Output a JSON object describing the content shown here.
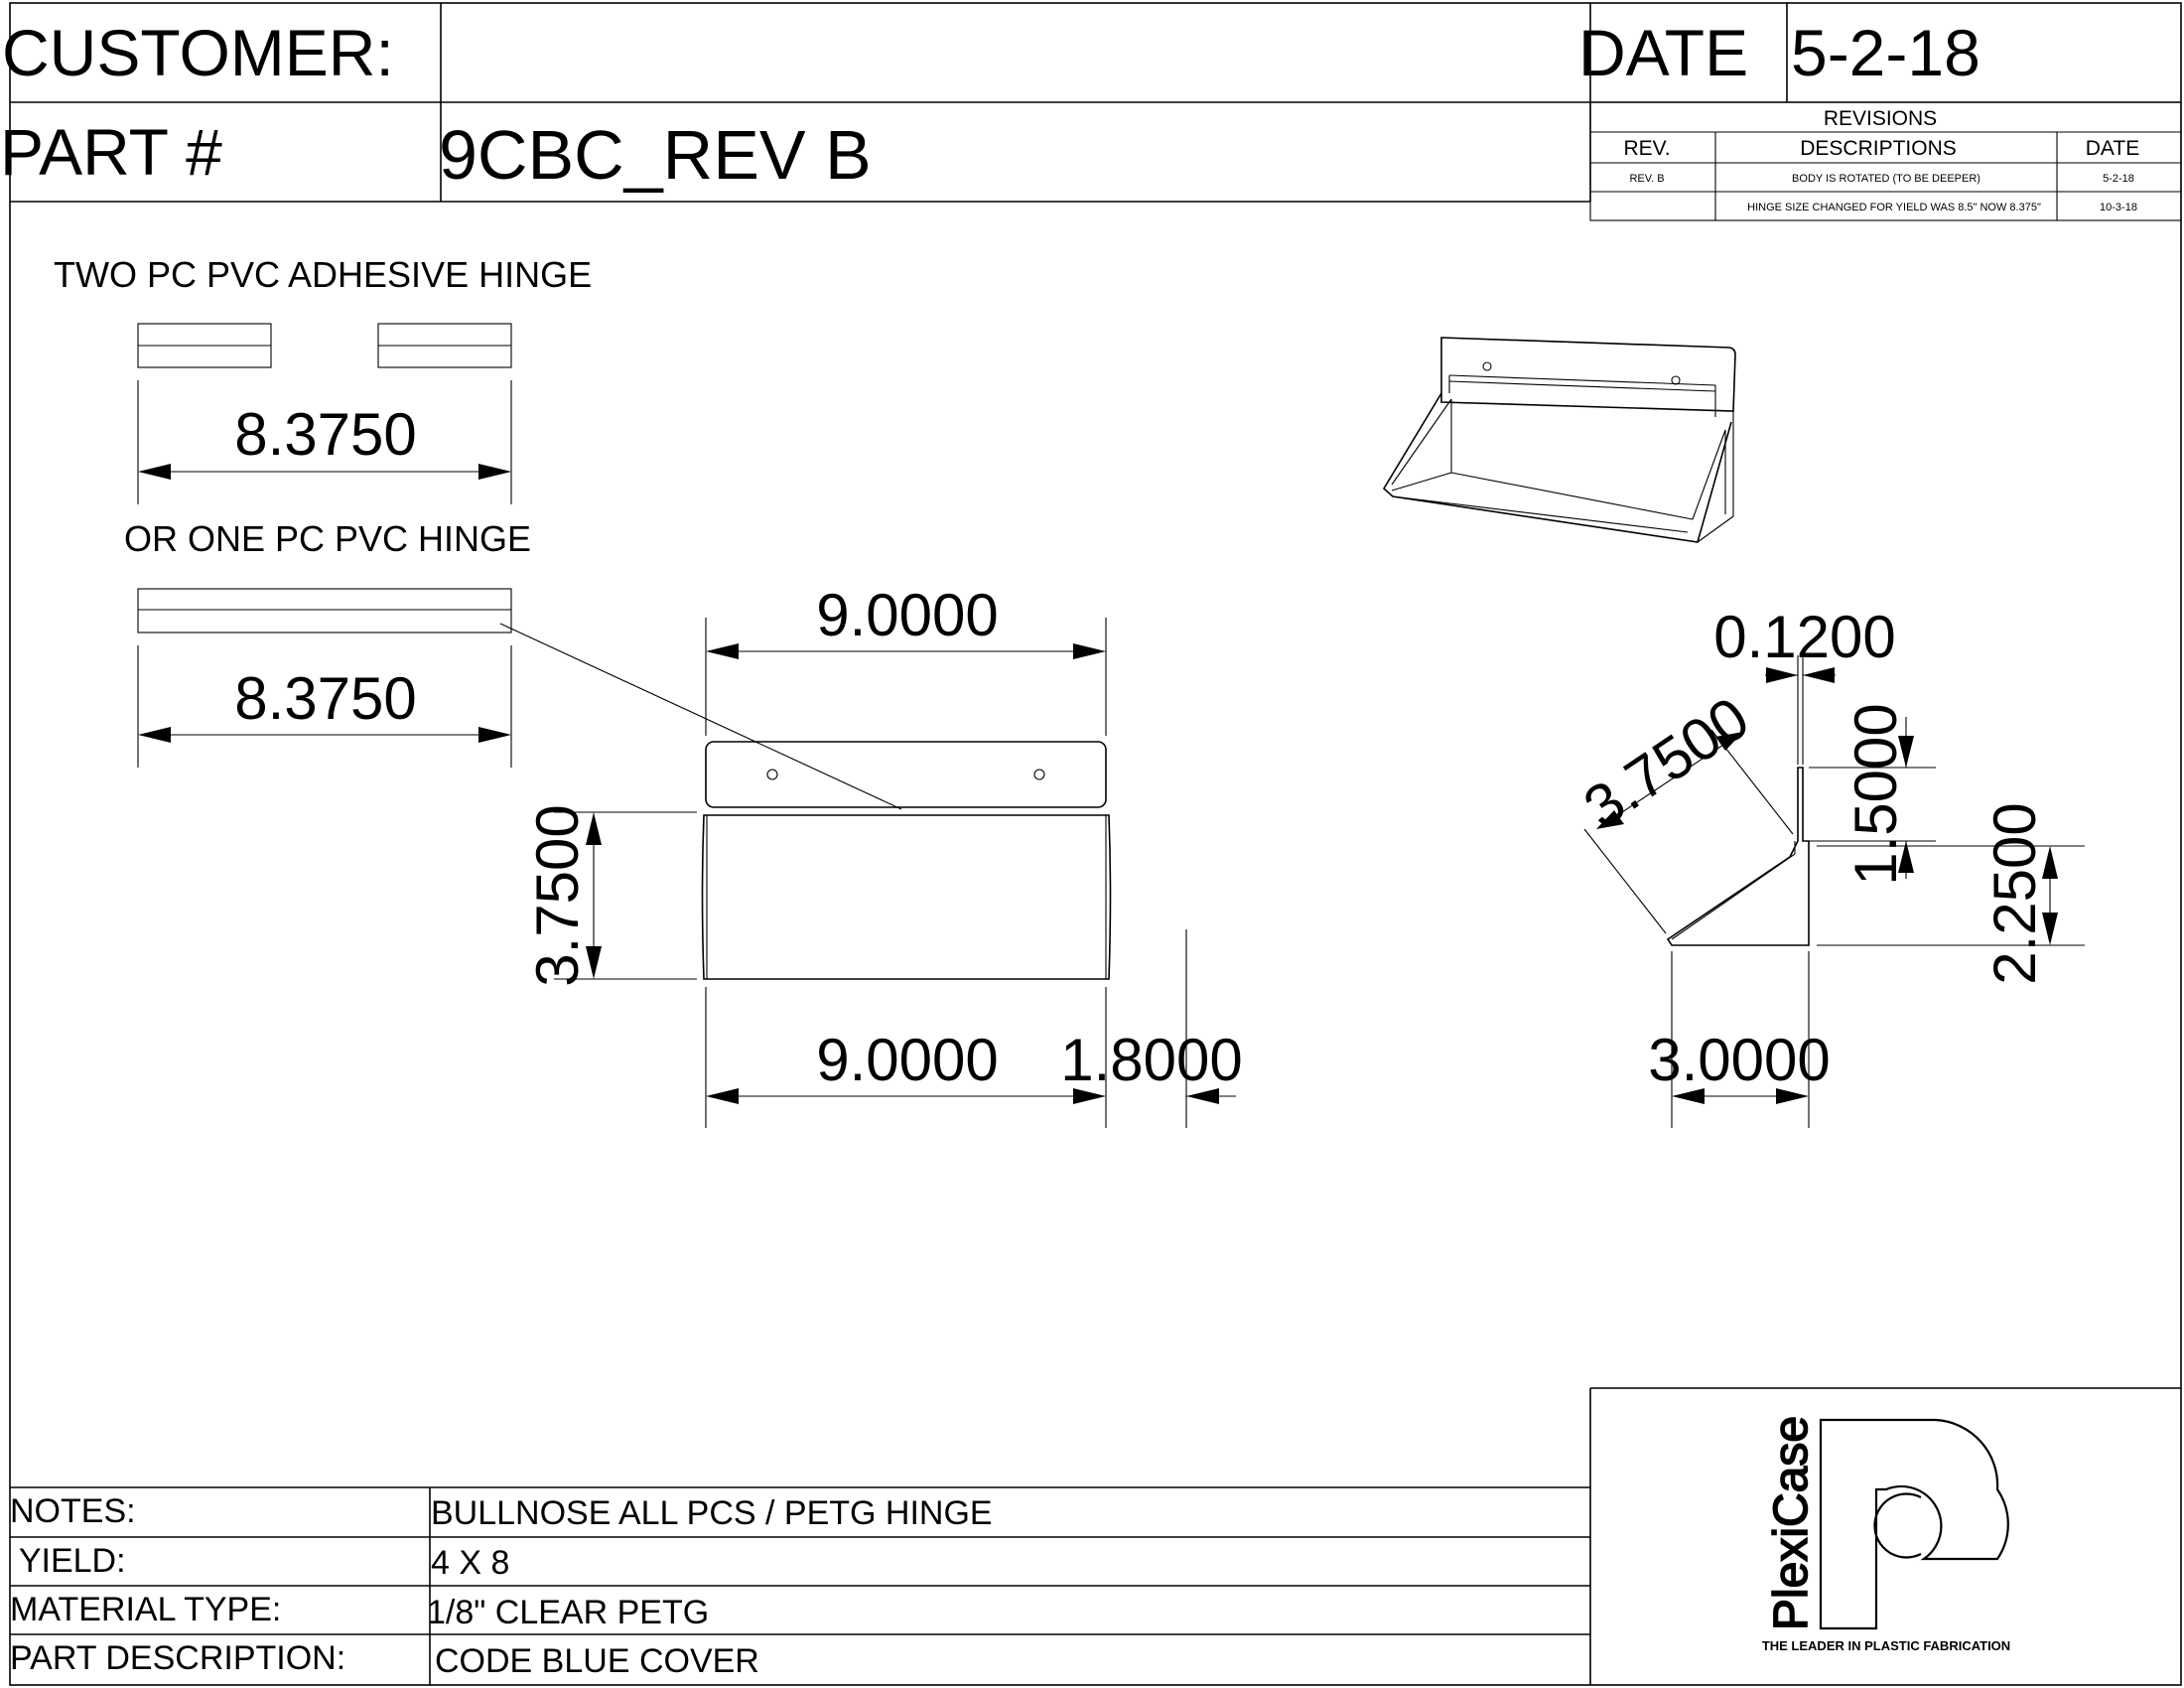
{
  "title_block": {
    "customer_label": "CUSTOMER:",
    "customer_value": "",
    "date_label": "DATE",
    "date_value": "5-2-18",
    "part_label": "PART #",
    "part_value": "9CBC_REV B"
  },
  "revisions": {
    "title": "REVISIONS",
    "headers": [
      "REV.",
      "DESCRIPTIONS",
      "DATE"
    ],
    "rows": [
      {
        "rev": "REV. B",
        "description": "BODY IS ROTATED (TO BE DEEPER)",
        "date": "5-2-18"
      },
      {
        "rev": "",
        "description": "HINGE SIZE CHANGED FOR YIELD WAS 8.5\" NOW 8.375\"",
        "date": "10-3-18"
      }
    ]
  },
  "hinge": {
    "two_pc_label": "TWO PC PVC ADHESIVE HINGE",
    "two_pc_dim": "8.3750",
    "one_pc_label": "OR ONE PC PVC HINGE",
    "one_pc_dim": "8.3750"
  },
  "front_view": {
    "top_width_dim": "9.0000",
    "height_dim": "3.7500",
    "bottom_width_dim": "9.0000",
    "depth_dim": "1.8000"
  },
  "side_view": {
    "thickness_dim": "0.1200",
    "slant_dim": "3.7500",
    "back_upper_dim": "1.5000",
    "back_lower_dim": "2.2500",
    "base_dim": "3.0000"
  },
  "notes_table": {
    "rows": [
      {
        "label": "NOTES:",
        "value": "BULLNOSE ALL PCS / PETG HINGE"
      },
      {
        "label": " YIELD:",
        "value": "4 X 8"
      },
      {
        "label": "MATERIAL TYPE:",
        "value": "1/8\" CLEAR PETG"
      },
      {
        "label": "PART DESCRIPTION:",
        "value": "CODE BLUE COVER"
      }
    ]
  },
  "logo": {
    "brand": "PlexiCase",
    "tagline": "THE LEADER IN PLASTIC FABRICATION"
  }
}
